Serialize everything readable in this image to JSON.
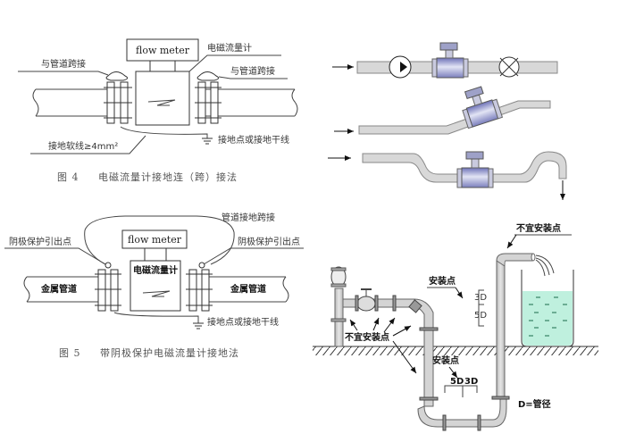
{
  "figure4": {
    "meter_box_label": "flow meter",
    "label_em_meter": "电磁流量计",
    "label_jumper_left": "与管道跨接",
    "label_jumper_right": "与管道跨接",
    "label_ground_wire": "接地软线≥4mm²",
    "label_ground_point": "接地点或接地干线",
    "caption_number": "图 4",
    "caption_text": "电磁流量计接地连（跨）接法"
  },
  "figure5": {
    "meter_box_label": "flow meter",
    "label_em_meter": "电磁流量计",
    "label_pipe_jumper": "管道接地跨接",
    "label_cathodic_left": "阴极保护引出点",
    "label_cathodic_right": "阴极保护引出点",
    "label_pipe_left": "金属管道",
    "label_pipe_right": "金属管道",
    "label_ground_point": "接地点或接地干线",
    "caption_number": "图 5",
    "caption_text": "带阴极保护电磁流量计接地法"
  },
  "installation": {
    "label_not_suitable_top": "不宜安装点",
    "label_not_suitable_left": "不宜安装点",
    "label_suitable_upper": "安装点",
    "label_suitable_lower": "安装点",
    "dim_3d_upper": "3D",
    "dim_5d_upper": "5D",
    "dim_5d_lower": "5D",
    "dim_3d_lower": "3D",
    "legend_d": "D=管径"
  },
  "colors": {
    "meter_body": "#8f93c8",
    "pipe_fill": "#d4d4d4",
    "water": "#bff0de"
  }
}
